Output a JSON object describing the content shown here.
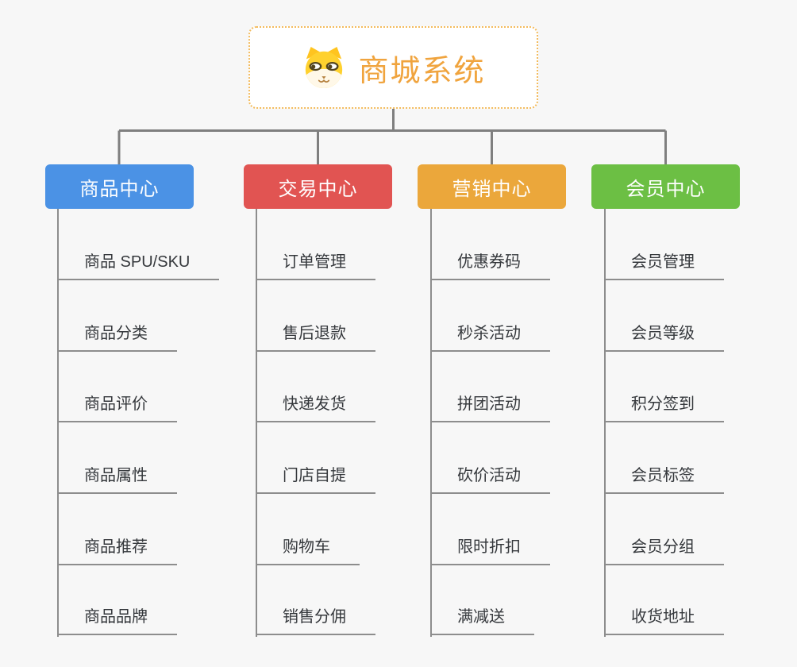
{
  "page": {
    "background_color": "#f7f7f7",
    "connector_color": "#7f7f7f",
    "item_underline_color": "#8d8d8d"
  },
  "root": {
    "title": "商城系统",
    "icon": "shiba-dog-icon",
    "text_color": "#f0a43e",
    "border_color": "#f3bb5d"
  },
  "branches": [
    {
      "label": "商品中心",
      "color": "#4b92e5",
      "items": [
        "商品 SPU/SKU",
        "商品分类",
        "商品评价",
        "商品属性",
        "商品推荐",
        "商品品牌"
      ]
    },
    {
      "label": "交易中心",
      "color": "#e15452",
      "items": [
        "订单管理",
        "售后退款",
        "快递发货",
        "门店自提",
        "购物车",
        "销售分佣"
      ]
    },
    {
      "label": "营销中心",
      "color": "#eba73b",
      "items": [
        "优惠券码",
        "秒杀活动",
        "拼团活动",
        "砍价活动",
        "限时折扣",
        "满减送"
      ]
    },
    {
      "label": "会员中心",
      "color": "#6cbf44",
      "items": [
        "会员管理",
        "会员等级",
        "积分签到",
        "会员标签",
        "会员分组",
        "收货地址"
      ]
    }
  ]
}
